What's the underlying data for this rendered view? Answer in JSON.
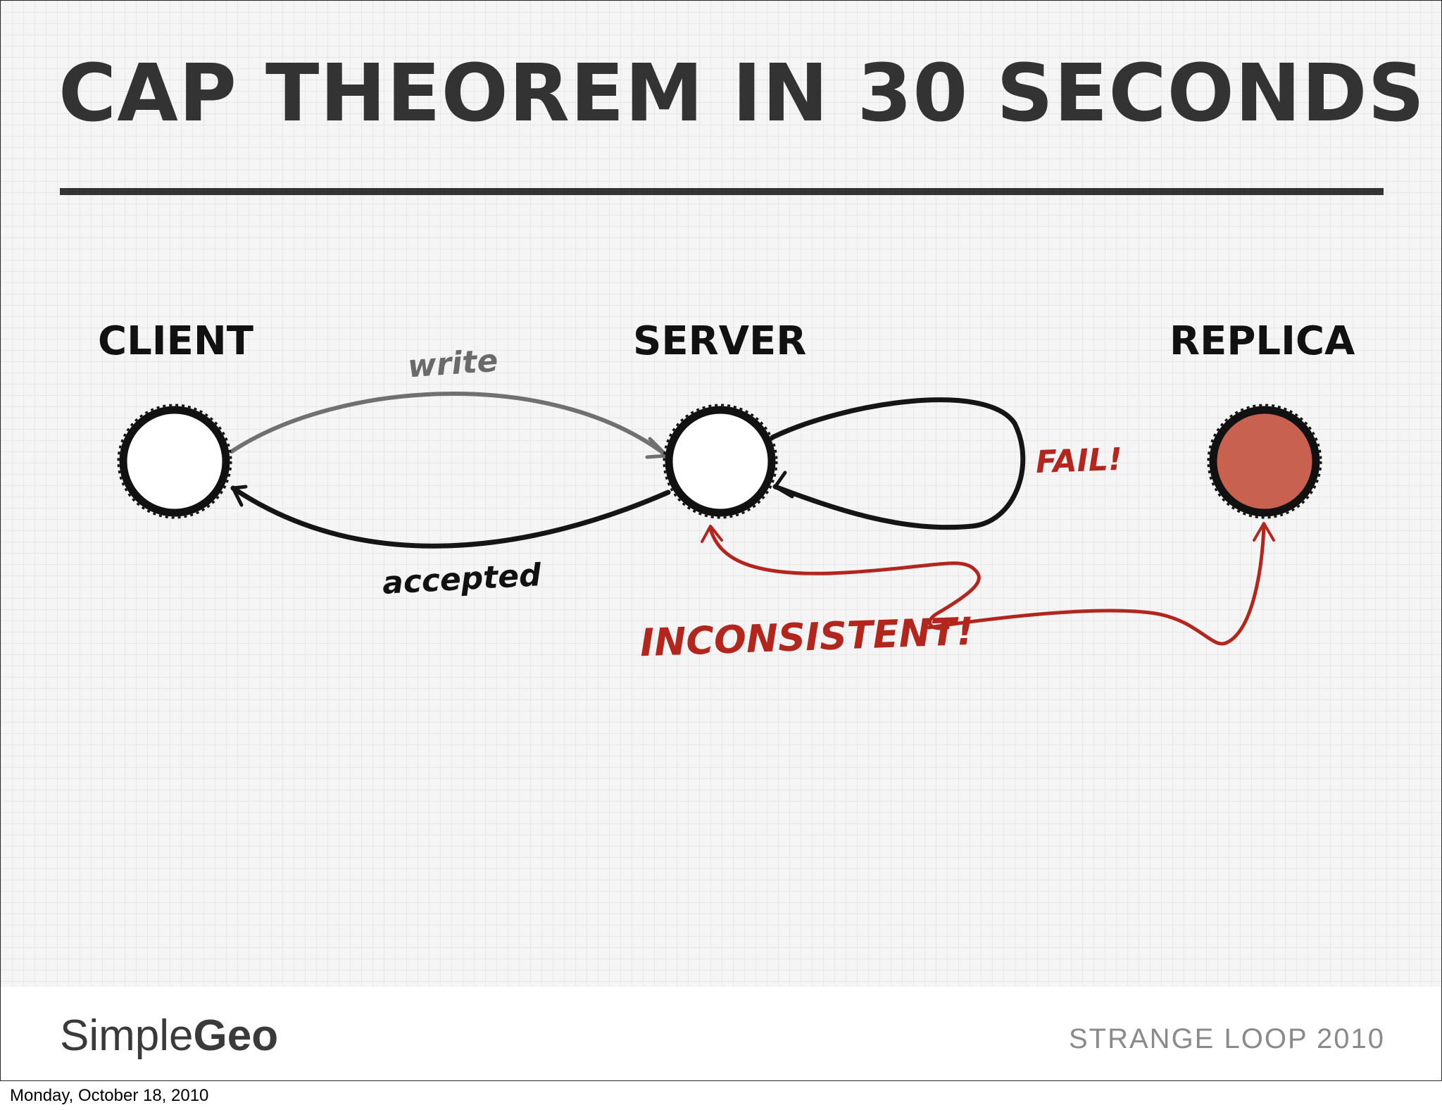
{
  "slide": {
    "title": "CAP THEOREM IN 30 SECONDS",
    "background_color": "#f5f5f5",
    "title_color": "#333333"
  },
  "diagram": {
    "nodes": [
      {
        "id": "client",
        "label": "CLIENT",
        "filled": false
      },
      {
        "id": "server",
        "label": "SERVER",
        "filled": false
      },
      {
        "id": "replica",
        "label": "REPLICA",
        "filled": true,
        "fill_color": "#c8614f"
      }
    ],
    "edges": [
      {
        "from": "client",
        "to": "server",
        "label": "write",
        "color": "#666666"
      },
      {
        "from": "server",
        "to": "client",
        "label": "accepted",
        "color": "#111111"
      },
      {
        "from": "server",
        "to": "server",
        "label": "FAIL!",
        "color": "#b3261e"
      },
      {
        "from": "replica",
        "to": "server",
        "label": "INCONSISTENT!",
        "color": "#b3261e"
      }
    ],
    "accent_color": "#b3261e"
  },
  "footer": {
    "logo_simple": "Simple",
    "logo_geo": "Geo",
    "logo_icon": "compass-o-icon",
    "conference": "STRANGE LOOP 2010"
  },
  "date_caption": "Monday, October 18, 2010"
}
